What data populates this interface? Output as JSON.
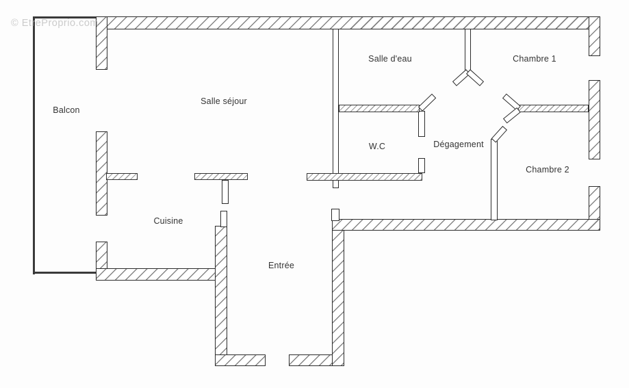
{
  "watermark": "© EtreProprio.com",
  "plan": {
    "type": "apartment-floor-plan",
    "rooms": [
      {
        "name": "Balcon"
      },
      {
        "name": "Salle séjour"
      },
      {
        "name": "Salle d'eau"
      },
      {
        "name": "Chambre 1"
      },
      {
        "name": "W.C"
      },
      {
        "name": "Dégagement"
      },
      {
        "name": "Chambre 2"
      },
      {
        "name": "Cuisine"
      },
      {
        "name": "Entrée"
      }
    ],
    "colors": {
      "background": "#fdfdfd",
      "wall_outline": "#2b2b2b",
      "hatch": "#858585",
      "label_text": "#333333",
      "watermark_text": "#c9c9c9"
    }
  }
}
